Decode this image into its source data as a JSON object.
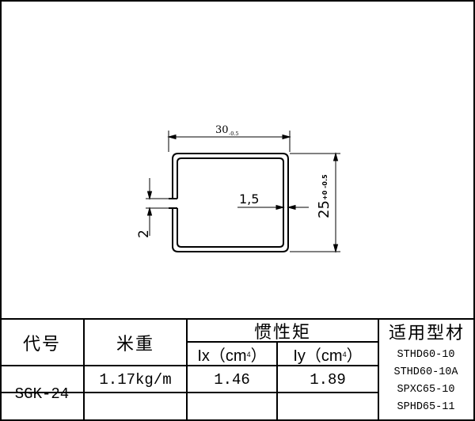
{
  "drawing": {
    "width_label": "30",
    "width_tol": "-0.5",
    "height_label": "25",
    "height_tol": "+0 -0.5",
    "wall_label": "1,5",
    "gap_label": "2"
  },
  "table": {
    "h_code": "代号",
    "h_weight": "米重",
    "h_inertia": "惯性矩",
    "h_models": "适用型材",
    "h_ix": "Ix（cm",
    "h_iy": "Iy（cm",
    "exp": "4",
    "paren_close": "）",
    "code": "SGK-24",
    "weight": "1.17kg/m",
    "ix": "1.46",
    "iy": "1.89",
    "models": [
      "STHD60-10",
      "STHD60-10A",
      "SPXC65-10",
      "SPHD65-11"
    ]
  }
}
